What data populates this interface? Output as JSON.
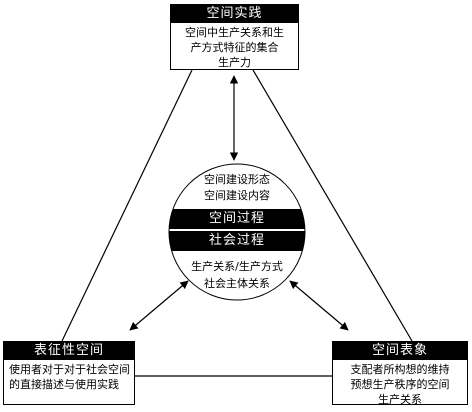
{
  "top_box": {
    "title": "空间实践",
    "line1": "空间中生产关系和生",
    "line2": "产方式特征的集合",
    "line3": "生产力"
  },
  "left_box": {
    "title": "表征性空间",
    "line1": "使用者对于对于社会空间",
    "line2": "的直接描述与使用实践"
  },
  "right_box": {
    "title": "空间表象",
    "line1": "支配者所构想的维持",
    "line2": "预想生产秩序的空间",
    "line3": "生产关系"
  },
  "center": {
    "upper_line1": "空间建设形态",
    "upper_line2": "空间建设内容",
    "band1": "空间过程",
    "band2": "社会过程",
    "lower_line1": "生产关系/生产方式",
    "lower_line2": "社会主体关系"
  },
  "colors": {
    "stroke": "#000000",
    "band_fill": "#000000",
    "background": "#ffffff"
  }
}
